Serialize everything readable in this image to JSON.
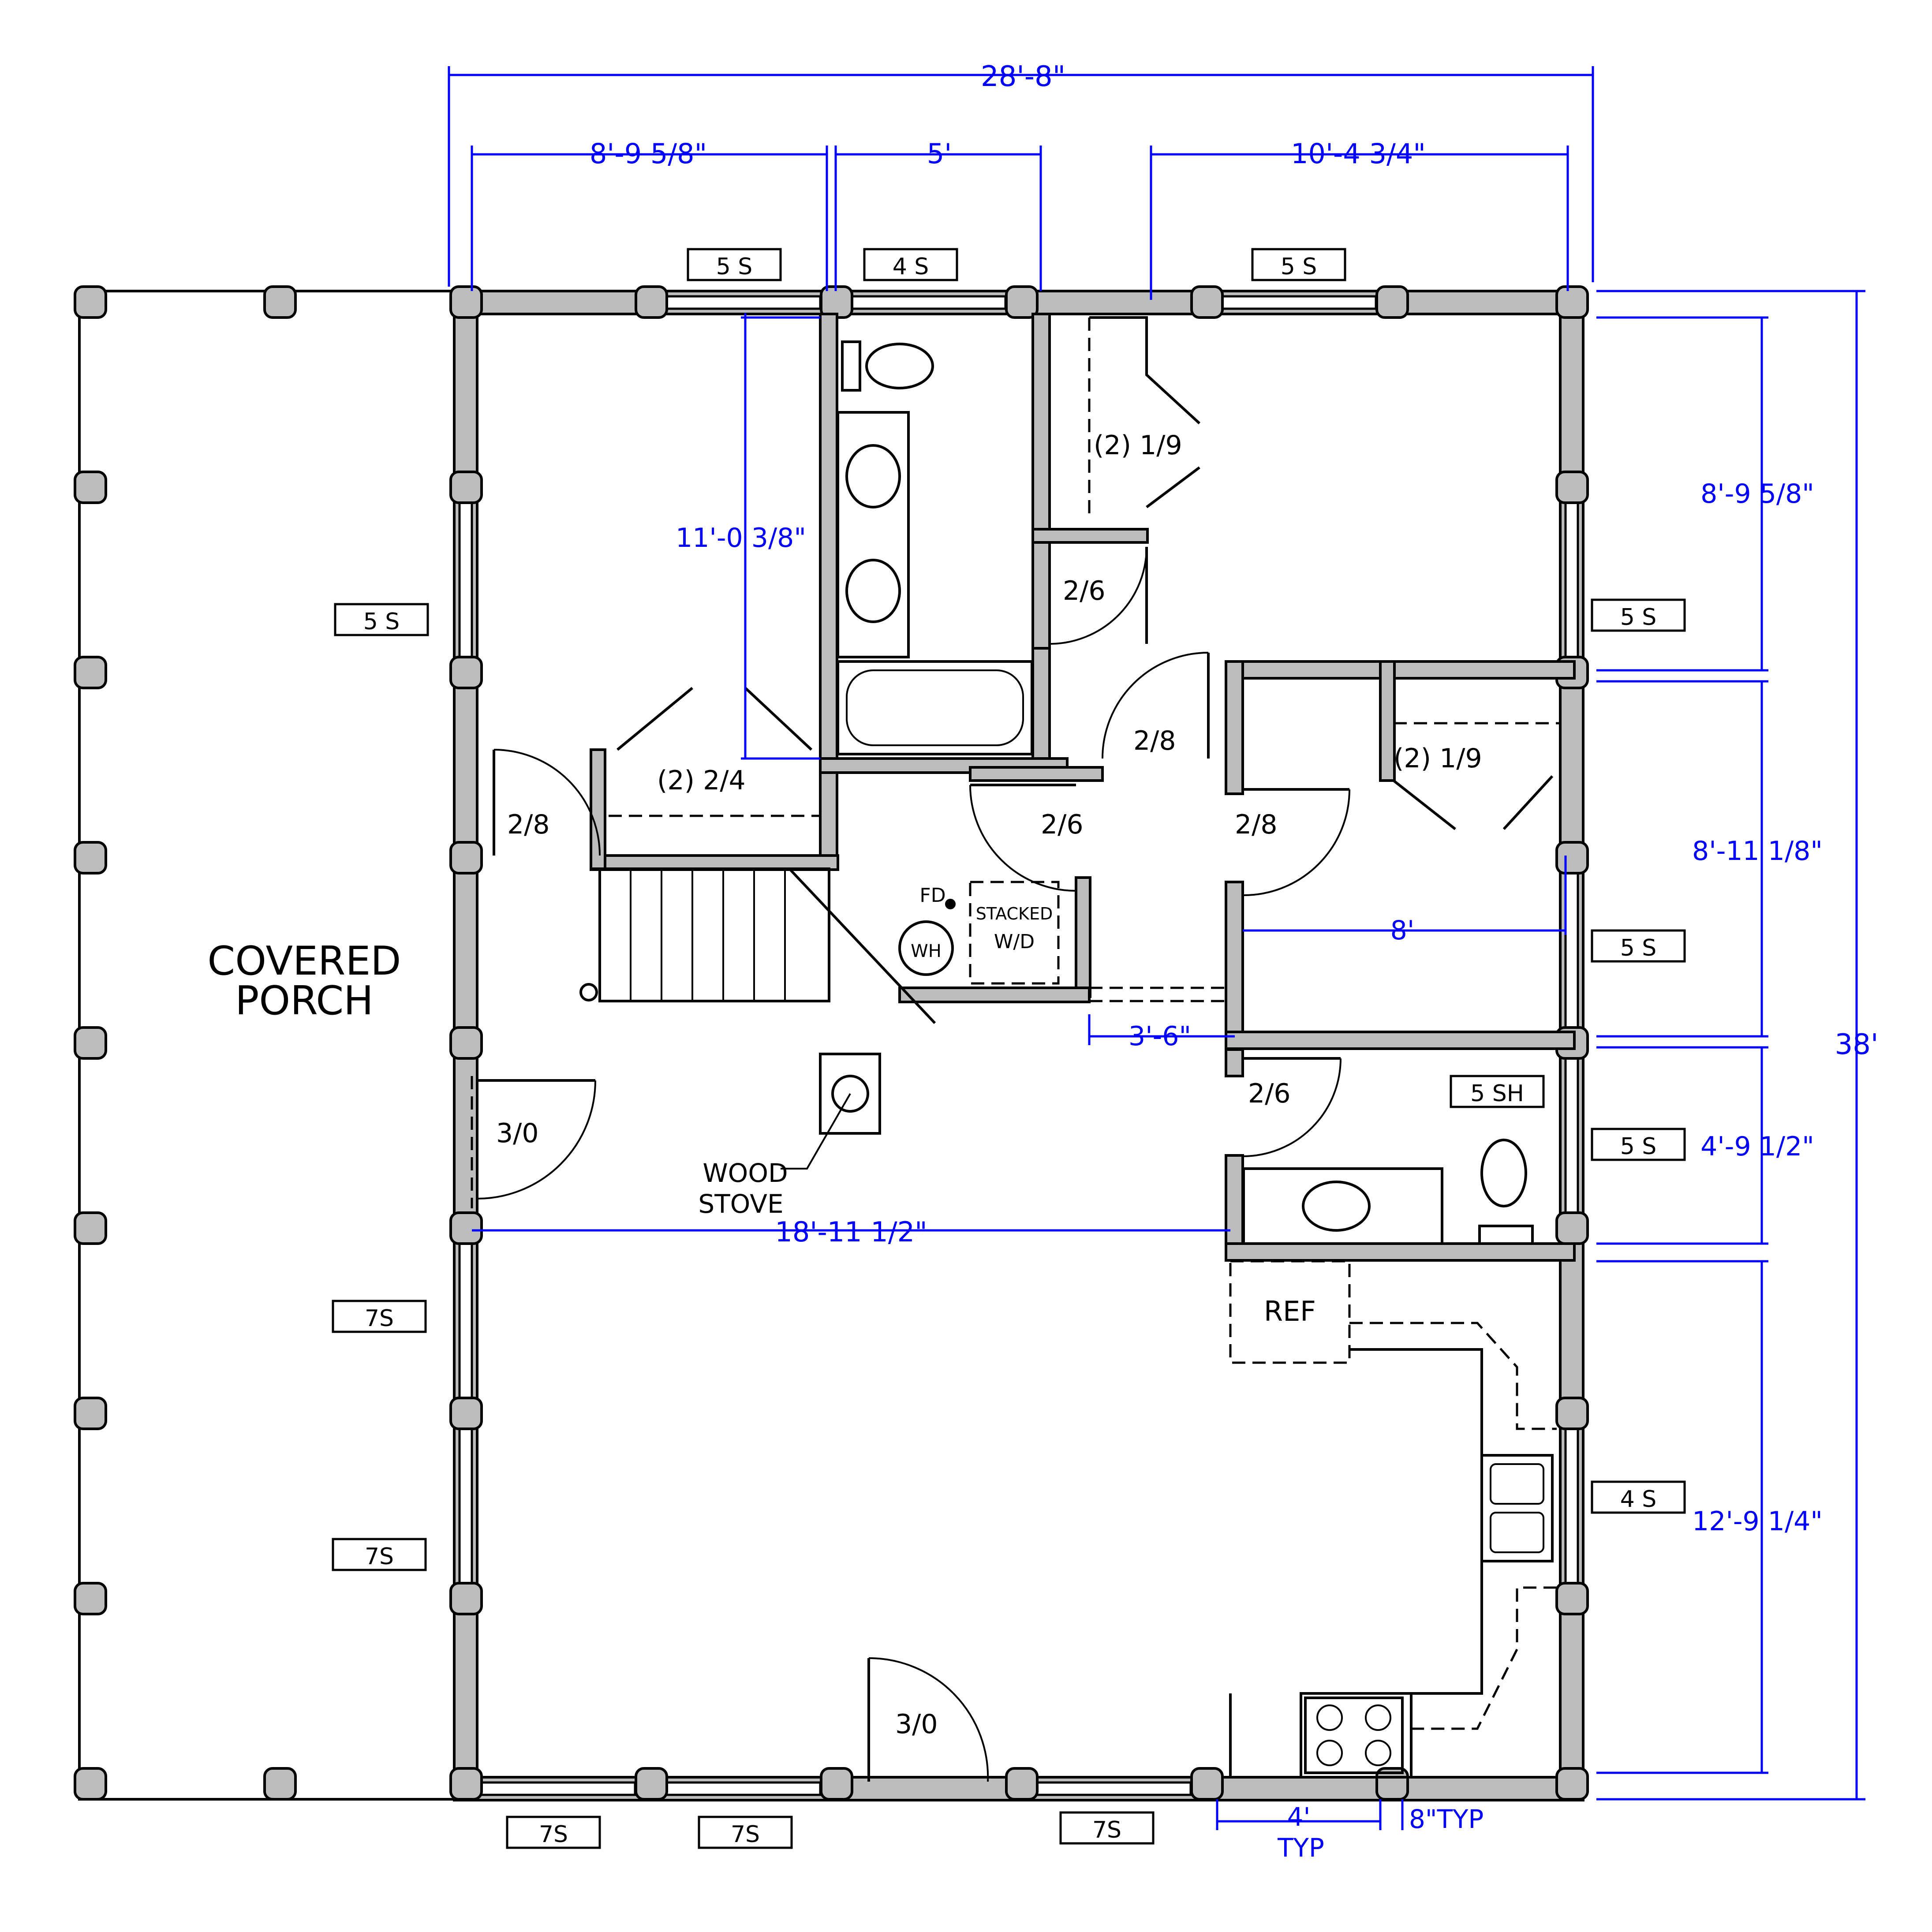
{
  "colors": {
    "ink": "#000000",
    "dimension": "#0000ff",
    "wall": "#bdbdbd"
  },
  "rooms": {
    "porch_line1": "COVERED",
    "porch_line2": "PORCH",
    "wood_stove_line1": "WOOD",
    "wood_stove_line2": "STOVE",
    "ref": "REF",
    "stacked_line1": "STACKED",
    "stacked_line2": "W/D",
    "wh": "WH",
    "fd": "FD"
  },
  "windows": {
    "top_left": "5 S",
    "top_bath": "4 S",
    "top_right": "5 S",
    "left_upper": "5 S",
    "left_mid": "7S",
    "left_lower": "7S",
    "right_upper": "5 S",
    "right_mid": "5 S",
    "right_shower": "5 SH",
    "right_bath": "5 S",
    "right_kitchen": "4 S",
    "bottom_left1": "7S",
    "bottom_left2": "7S",
    "bottom_right": "7S"
  },
  "doors": {
    "bath_door": "2/6",
    "hall_door": "2/8",
    "laundry_door": "2/6",
    "bed_door": "2/8",
    "front_left_door": "2/8",
    "exterior_left": "3/0",
    "lower_bath": "2/6",
    "entry": "3/0",
    "closet_top": "(2) 1/9",
    "closet_right": "(2) 1/9",
    "closet_stair": "(2) 2/4"
  },
  "dimensions": {
    "overall_width": "28'-8\"",
    "overall_depth": "38'",
    "top_left": "8'-9 5/8\"",
    "top_mid": "5'",
    "top_right": "10'-4 3/4\"",
    "left_room": "11'-0 3/8\"",
    "right_1": "8'-9 5/8\"",
    "right_2": "8'-11 1/8\"",
    "right_3": "4'-9 1/2\"",
    "right_4": "12'-9 1/4\"",
    "hall_width": "8'",
    "opening": "3'-6\"",
    "living_width": "18'-11 1/2\"",
    "log_spacing": "4'",
    "log_spacing_note": "TYP",
    "post_size": "8\"TYP"
  }
}
